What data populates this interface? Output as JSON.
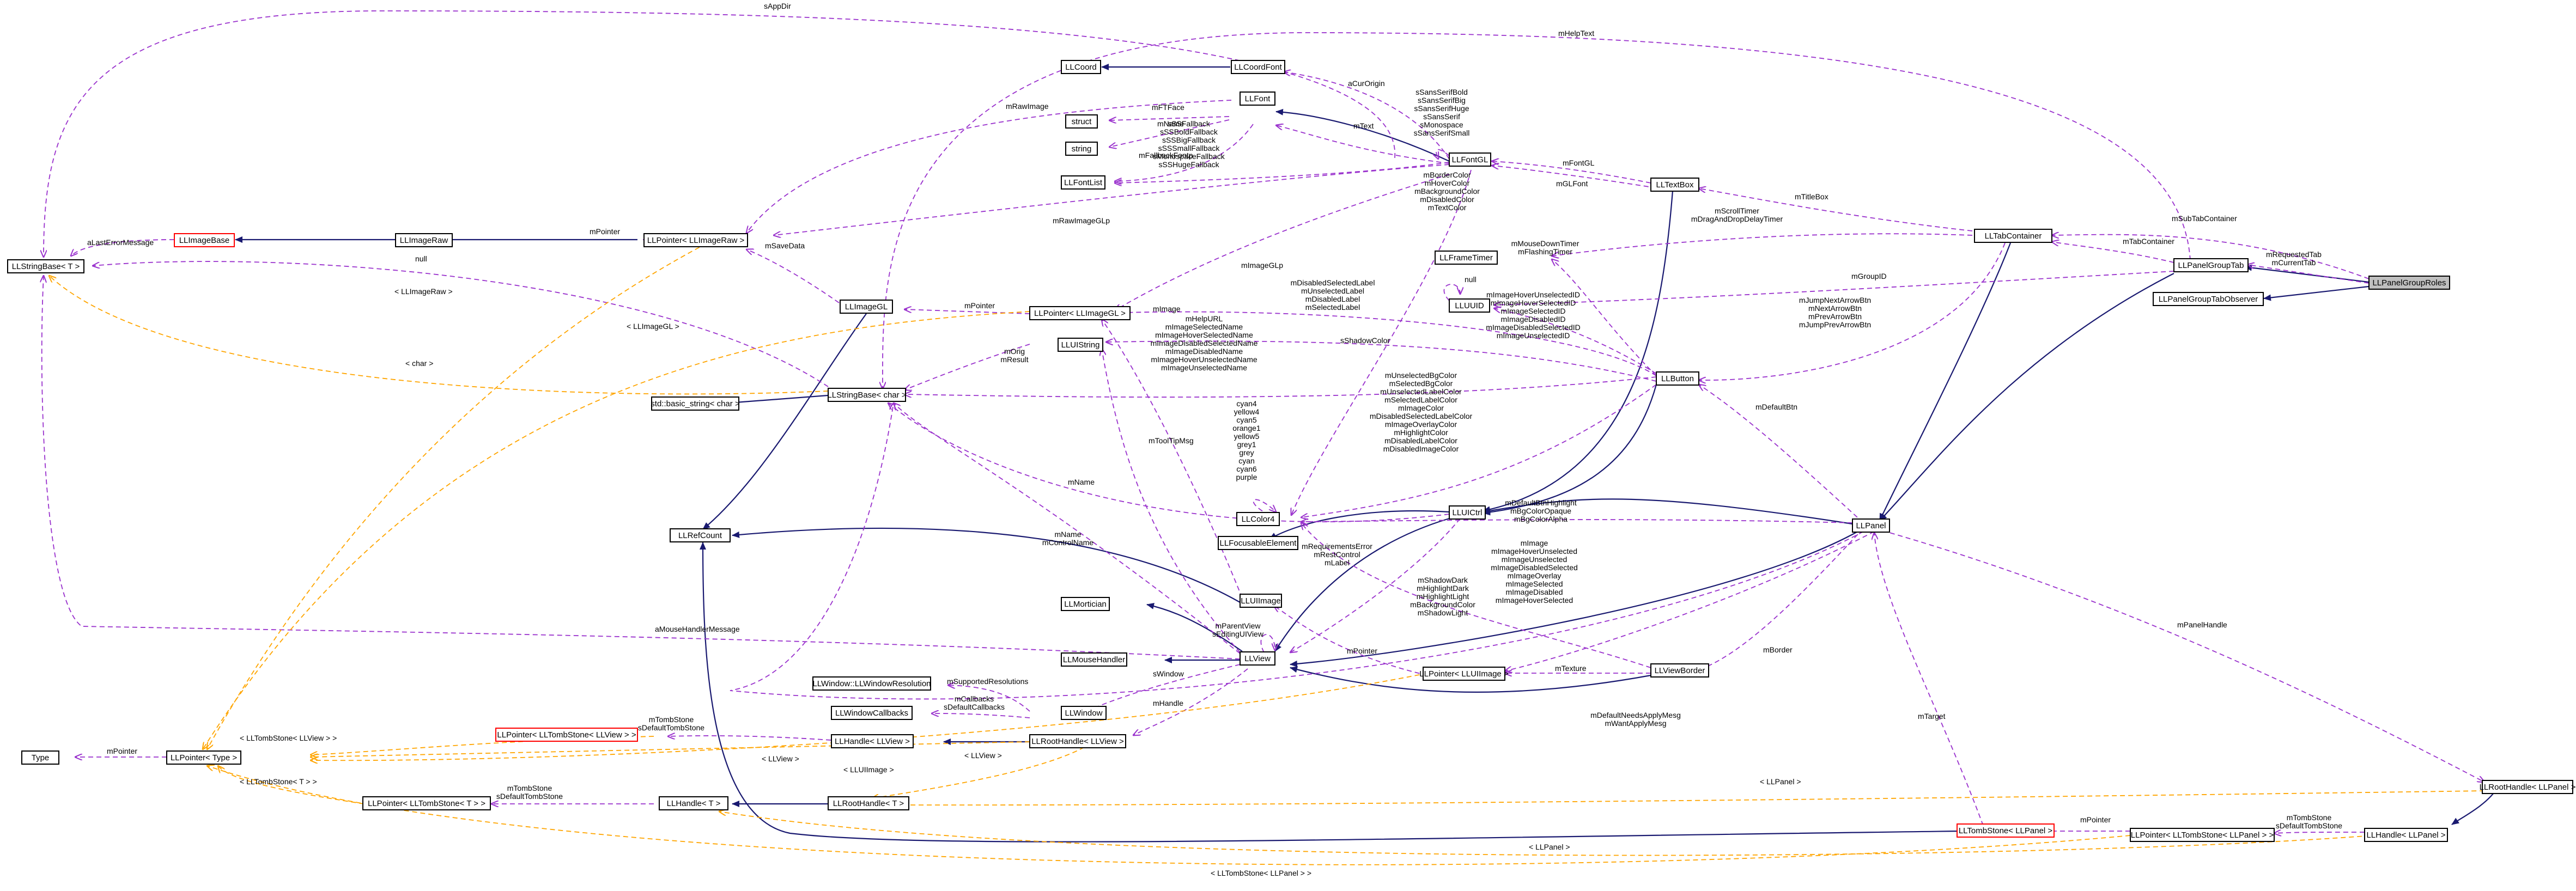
{
  "diagram": {
    "nodes": {
      "panelgrouproles": "LLPanelGroupRoles",
      "panelgrouptab": "LLPanelGroupTab",
      "panelgrouptabobserver": "LLPanelGroupTabObserver",
      "tabcontainer": "LLTabContainer",
      "textbox": "LLTextBox",
      "panel": "LLPanel",
      "uictrl": "LLUICtrl",
      "button": "LLButton",
      "viewborder": "LLViewBorder",
      "view": "LLView",
      "fontgl": "LLFontGL",
      "font": "LLFont",
      "fontlist": "LLFontList",
      "coordfont": "LLCoordFont",
      "coord": "LLCoord",
      "struct": "struct",
      "string": "string",
      "frametimer": "LLFrameTimer",
      "uuid": "LLUUID",
      "color4": "LLColor4",
      "focusable": "LLFocusableElement",
      "uiimage": "LLUIImage",
      "mortician": "LLMortician",
      "mousehandler": "LLMouseHandler",
      "window": "LLWindow",
      "windowresolution": "LLWindow::LLWindowResolution",
      "windowcallbacks": "LLWindowCallbacks",
      "refcount": "LLRefCount",
      "imagegl": "LLImageGL",
      "imageraw": "LLImageRaw",
      "imagebase": "LLImageBase",
      "ptr_imageraw": "LLPointer< LLImageRaw >",
      "ptr_imagegl": "LLPointer< LLImageGL >",
      "ptr_uiimage": "LLPointer< LLUIImage >",
      "llstring": "LLUIString",
      "stringbase_char": "LLStringBase< char >",
      "basic_string": "std::basic_string< char >",
      "stringbase_t": "LLStringBase< T >",
      "pointer_t": "LLPointer< Type >",
      "type": "Type",
      "ptr_tombstone_view": "LLPointer< LLTombStone< LLView > >",
      "handle_view": "LLHandle< LLView >",
      "roothandle_view": "LLRootHandle< LLView >",
      "ptr_tombstone_t": "LLPointer< LLTombStone< T > >",
      "handle_t": "LLHandle< T >",
      "roothandle_t": "LLRootHandle< T >",
      "tombstone_panel": "LLTombStone< LLPanel >",
      "ptr_tombstone_panel": "LLPointer< LLTombStone< LLPanel > >",
      "roothandle_panel": "LLRootHandle< LLPanel >",
      "handle_panel": "LLHandle< LLPanel >"
    },
    "labels": {
      "sAppDir": "sAppDir",
      "mHelpText": "mHelpText",
      "aCurOrigin": "aCurOrigin",
      "mRawImage": "mRawImage",
      "mFTFace": "mFTFace",
      "mName_font": "mName",
      "mFallbackFontp": "mFallbackFontp",
      "fontgl_fallbacks": "sSSFallback\nsSSBoldFallback\nsSSBigFallback\nsSSSmallFallback\nsMonospaceFallback\nsSSHugeFallback",
      "sansserif": "sSansSerifBold\nsSansSerifBig\nsSansSerifHuge\nsSansSerif\nsMonospace\nsSansSerifSmall",
      "mText": "mText",
      "mFontGL": "mFontGL",
      "mGLFont": "mGLFont",
      "mTitleBox": "mTitleBox",
      "mSubTabContainer": "mSubTabContainer",
      "mRequestedTab": "mRequestedTab\nmCurrentTab",
      "mTabContainer": "mTabContainer",
      "scrolltimer": "mScrollTimer\nmDragAndDropDelayTimer",
      "mGroupID": "mGroupID",
      "mousedown": "mMouseDownTimer\nmFlashingTimer",
      "null_uuid": "null",
      "aLastErrorMessage": "aLastErrorMessage",
      "mPointer_raw": "mPointer",
      "mSaveData": "mSaveData",
      "null_sb": "null",
      "mRawImageGLp": "mRawImageGLp",
      "bordercolors": "mBorderColor\nmHoverColor\nmBackgroundColor\nmDisabledColor\nmTextColor",
      "imageraw_tpl": "< LLImageRaw >",
      "imagegl_tpl": "< LLImageGL >",
      "char_tpl": "< char >",
      "mPointer_gl": "mPointer",
      "mImageGLp": "mImageGLp",
      "mImage": "mImage",
      "mOrig": "mOrig\nmResult",
      "helpurl": "mHelpURL\nmImageSelectedName\nmImageHoverSelectedName\nmImageDisabledSelectedName\nmImageDisabledName\nmImageHoverUnselectedName\nmImageUnselectedName",
      "disabledlabels": "mDisabledSelectedLabel\nmUnselectedLabel\nmDisabledLabel\nmSelectedLabel",
      "sShadowColor": "sShadowColor",
      "buttonimages": "mImageHoverUnselectedID\nmImageHoverSelectedID\nmImageSelectedID\nmImageDisabledID\nmImageDisabledSelectedID\nmImageUnselectedID",
      "jumpbtns": "mJumpNextArrowBtn\nmNextArrowBtn\nmPrevArrowBtn\nmJumpPrevArrowBtn",
      "mDefaultBtn": "mDefaultBtn",
      "colornames": "cyan4\nyellow4\ncyan5\norange1\nyellow5\ngrey1\ngrey\ncyan\ncyan6\npurple",
      "buttoncolors": "mUnselectedBgColor\nmSelectedBgColor\nmUnselectedLabelColor\nmSelectedLabelColor\nmImageColor\nmDisabledSelectedLabelColor\nmImageOverlayColor\nmHighlightColor\nmDisabledLabelColor\nmDisabledImageColor",
      "mToolTipMsg": "mToolTipMsg",
      "mName_view": "mName",
      "controlname": "mName\nmControlName",
      "defaultbtn": "mDefaultBtnHighlight\nmBgColorOpaque\nmBgColorAlpha",
      "reqerror": "mRequirementsError\nmRestControl\nmLabel",
      "buttonimagepts": "mImage\nmImageHoverUnselected\nmImageUnselected\nmImageDisabledSelected\nmImageOverlay\nmImageSelected\nmImageDisabled\nmImageHoverSelected",
      "shadows": "mShadowDark\nmHighlightDark\nmHighlightLight\nmBackgroundColor\nmShadowLight",
      "mPointer_ui": "mPointer",
      "mTexture": "mTexture",
      "mBorder": "mBorder",
      "mParentView": "mParentView\nsEditingUIView",
      "aMouseHandlerMessage": "aMouseHandlerMessage",
      "mPanelHandle": "mPanelHandle",
      "mSupportedResolutions": "mSupportedResolutions",
      "mWindow": "sWindow",
      "callbacks": "mCallbacks\nsDefaultCallbacks",
      "mHandle": "mHandle",
      "tombstone_view": "mTombStone\nsDefaultTombStone",
      "view_tpl": "< LLView >",
      "view_tpl2": "< LLView >",
      "uiimage_tpl": "< LLUIImage >",
      "tombstone_view_tpl": "< LLTombStone< LLView > >",
      "mPointer_type": "mPointer",
      "tombstone_t": "mTombStone\nsDefaultTombStone",
      "tombstone_t_tpl": "< LLTombStone< T > >",
      "defaultneeds": "mDefaultNeedsApplyMesg\nmWantApplyMesg",
      "mTarget": "mTarget",
      "panel_tpl": "< LLPanel >",
      "panel_tpl2": "< LLPanel >",
      "mPointer_tsp": "mPointer",
      "tombstone_panel": "mTombStone\nsDefaultTombStone",
      "tombstone_panel_tpl": "< LLTombStone< LLPanel > >"
    }
  }
}
